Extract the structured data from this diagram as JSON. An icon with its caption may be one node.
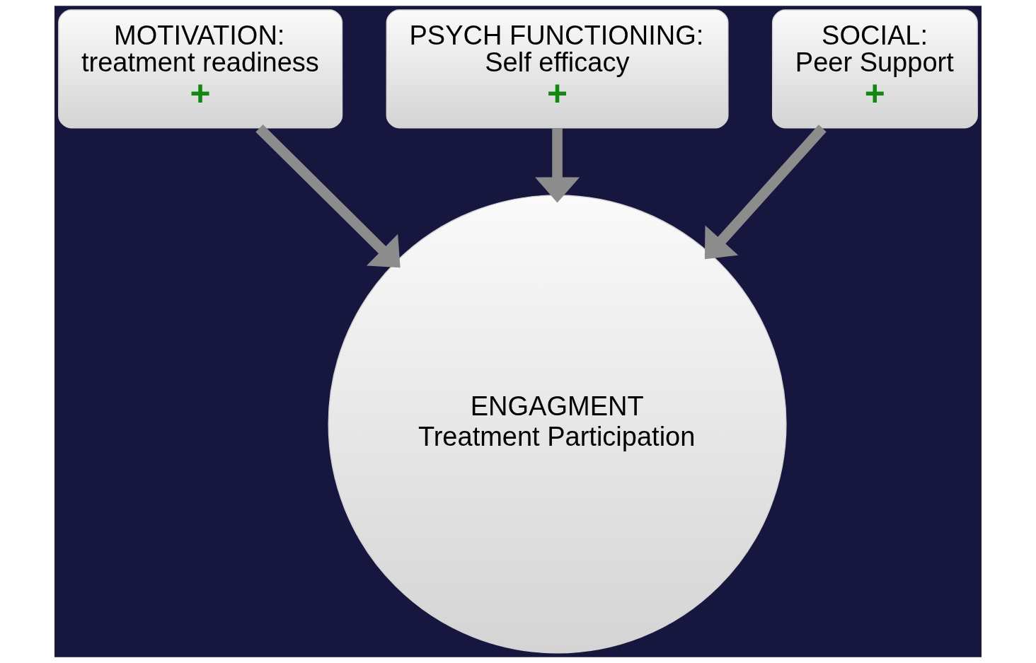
{
  "diagram": {
    "nodes": [
      {
        "text": [
          "MOTIVATION:",
          "treatment readiness",
          "+"
        ]
      },
      {
        "text": [
          "PSYCH FUNCTIONING:",
          "Self efficacy",
          "+"
        ]
      },
      {
        "text": [
          "SOCIAL:",
          "Peer Support",
          "+"
        ]
      },
      {
        "text": [
          "ENGAGMENT",
          "Treatment Participation"
        ]
      }
    ],
    "edges": [
      {
        "from": 0,
        "to": 3,
        "arrow": "to"
      },
      {
        "from": 1,
        "to": 3,
        "arrow": "to"
      },
      {
        "from": 2,
        "to": 3,
        "arrow": "to"
      }
    ]
  }
}
